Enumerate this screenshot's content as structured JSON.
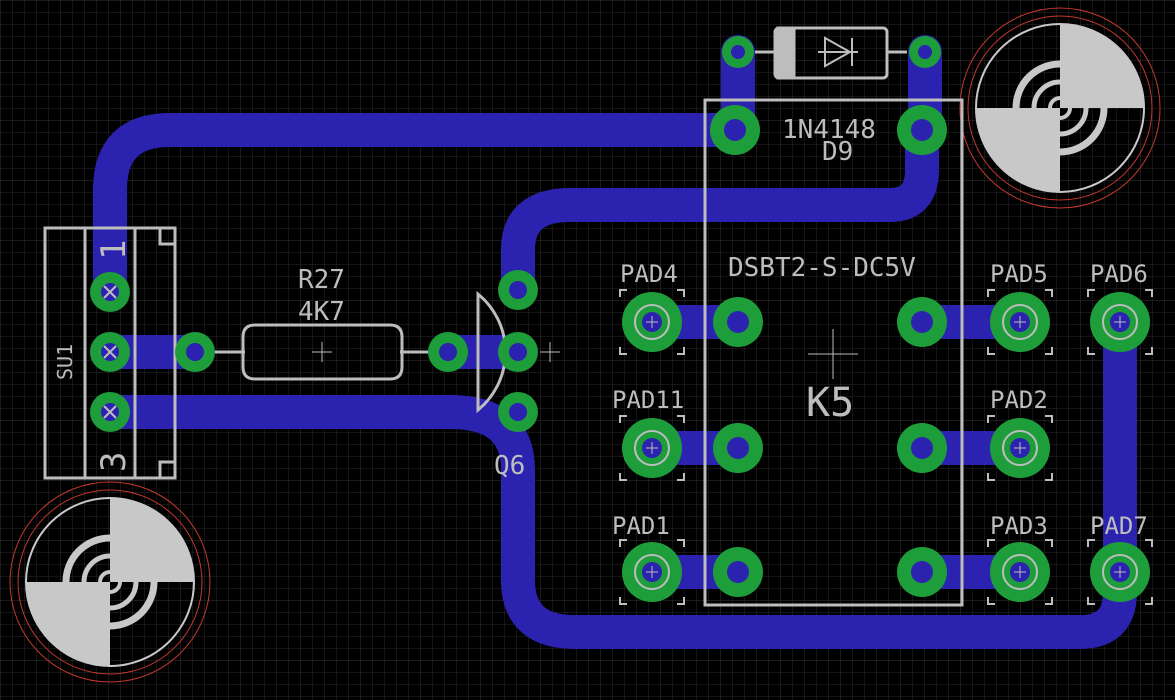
{
  "colors": {
    "background": "#000000",
    "grid": "#2a2a2a",
    "trace": "#2b23b0",
    "pad": "#1e9e3a",
    "pad_hole": "#2b23b0",
    "silkscreen": "#bdbdbd",
    "mount_outline": "#c0392b"
  },
  "labels": {
    "d9_value": "1N4148",
    "d9_name": "D9",
    "relay_value": "DSBT2-S-DC5V",
    "relay_name": "K5",
    "r_name": "R27",
    "r_value": "4K7",
    "q_name": "Q6",
    "connector_name": "SU1",
    "pin1": "1",
    "pin3": "3",
    "pad4": "PAD4",
    "pad5": "PAD5",
    "pad6": "PAD6",
    "pad11": "PAD11",
    "pad2": "PAD2",
    "pad1": "PAD1",
    "pad3": "PAD3",
    "pad7": "PAD7"
  },
  "icons": {
    "diode": "diode-icon",
    "mount_hole": "mounting-hole-icon"
  }
}
